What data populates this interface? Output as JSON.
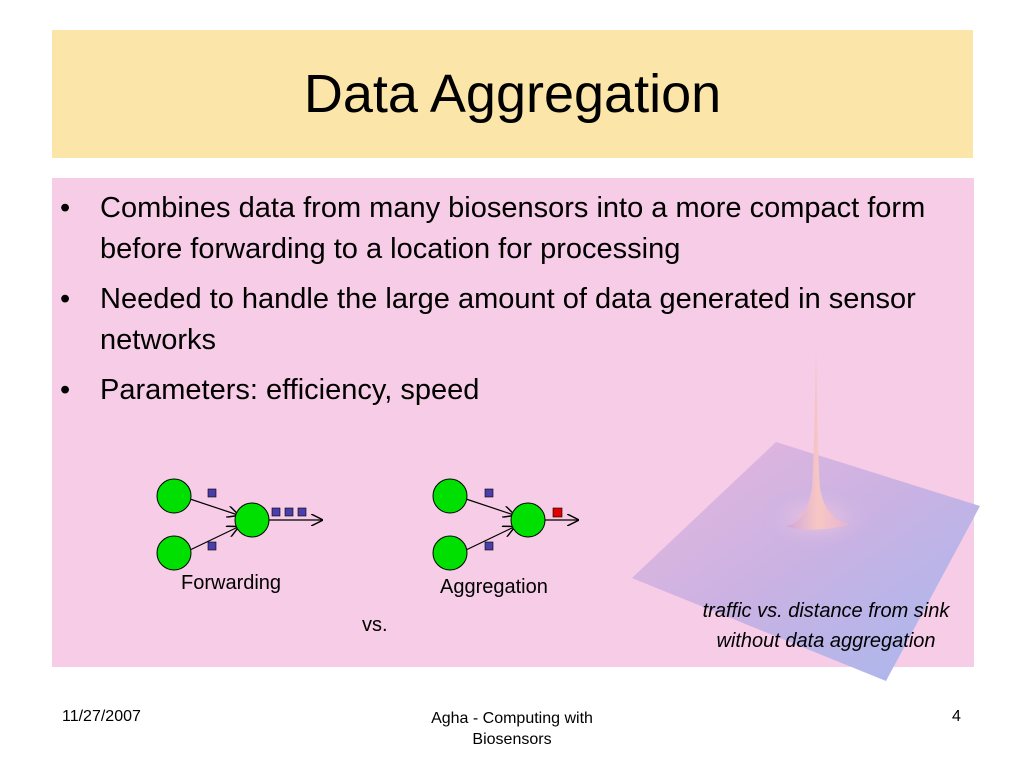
{
  "slide": {
    "title": "Data Aggregation",
    "bullets": [
      "Combines data from many biosensors into a more compact form before forwarding to a location for processing",
      "Needed to handle the large amount of data generated in sensor networks",
      "Parameters: efficiency, speed"
    ],
    "bullet_glyph": "•"
  },
  "diagram": {
    "forwarding_label": "Forwarding",
    "aggregation_label": "Aggregation",
    "vs_label": "vs.",
    "node_color": "#00e000",
    "packet_color": "#4b3ea8",
    "aggregated_packet_color": "#e00000"
  },
  "figure": {
    "caption_line1": "traffic vs. distance from sink",
    "caption_line2": "without data aggregation"
  },
  "footer": {
    "date": "11/27/2007",
    "center_line1": "Agha - Computing with",
    "center_line2": "Biosensors",
    "page_number": "4"
  },
  "colors": {
    "title_background": "#fbe5a8",
    "content_background": "#f6cce6"
  }
}
